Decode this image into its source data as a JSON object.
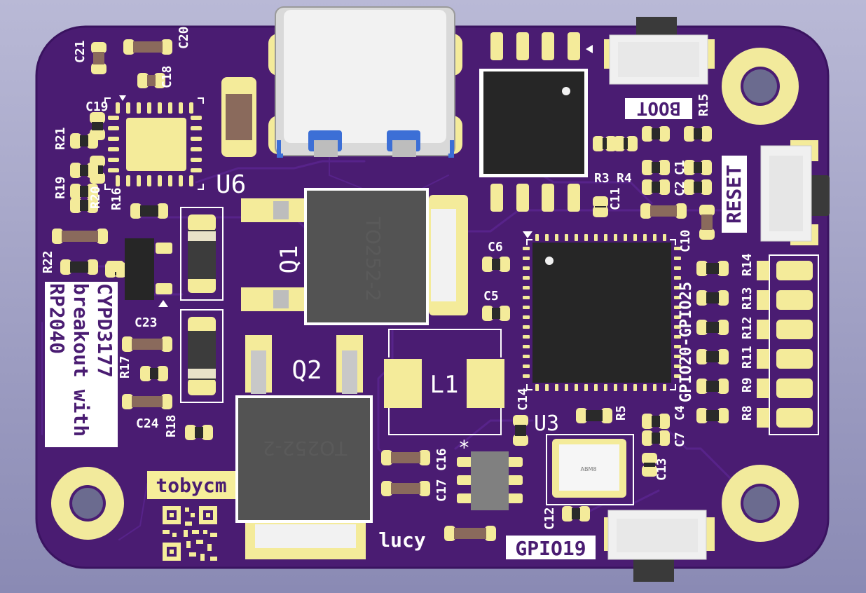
{
  "board": {
    "colors": {
      "background_top": "#b9b9d6",
      "soldermask": "#4a1c72",
      "trace": "#57238a",
      "copper_pad": "#f4eb9a",
      "silkscreen": "#ffffff",
      "usb_shell": "#e6e6e6",
      "ic_body": "#262626"
    },
    "title_lines": [
      "CYPD3177",
      "breakout with",
      "RP2040"
    ],
    "author": "tobycm",
    "signature": "lucy",
    "star_mark": "*",
    "buttons": {
      "boot": "BOOT",
      "reset": "RESET",
      "gpio19": "GPIO19"
    },
    "pin_header_label": "GPIO20-GPIO25",
    "packages": {
      "q1": "TO252-2",
      "q2": "TO252-2"
    },
    "crystal_marking": "ABM8",
    "designators": {
      "U6": "U6",
      "U3": "U3",
      "Q1": "Q1",
      "Q2": "Q2",
      "L1": "L1",
      "C1": "C1",
      "C2": "C2",
      "C4": "C4",
      "C5": "C5",
      "C6": "C6",
      "C7": "C7",
      "C10": "C10",
      "C11": "C11",
      "C12": "C12",
      "C13": "C13",
      "C14": "C14",
      "C16": "C16",
      "C17": "C17",
      "C18": "C18",
      "C19": "C19",
      "C20": "C20",
      "C21": "C21",
      "C23": "C23",
      "C24": "C24",
      "R3": "R3",
      "R4": "R4",
      "R5": "R5",
      "R8": "R8",
      "R9": "R9",
      "R11": "R11",
      "R12": "R12",
      "R13": "R13",
      "R14": "R14",
      "R15": "R15",
      "R16": "R16",
      "R17": "R17",
      "R18": "R18",
      "R19": "R19",
      "R20": "R20",
      "R21": "R21",
      "R22": "R22"
    }
  }
}
